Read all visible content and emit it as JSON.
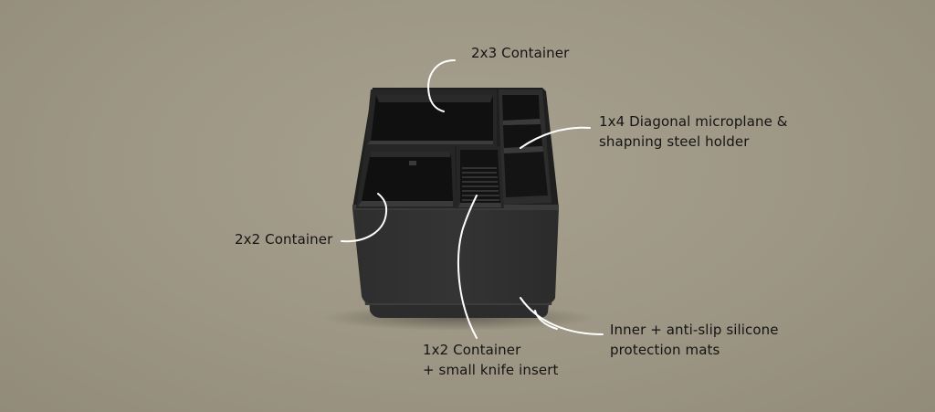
{
  "callouts": {
    "c2x3": {
      "lines": [
        "2x3 Container"
      ]
    },
    "c1x4": {
      "lines": [
        "1x4 Diagonal microplane &",
        "shapning steel holder"
      ]
    },
    "c2x2": {
      "lines": [
        "2x2 Container"
      ]
    },
    "c1x2": {
      "lines": [
        "1x2 Container",
        "+ small knife insert"
      ]
    },
    "mats": {
      "lines": [
        "Inner + anti-slip silicone",
        "protection mats"
      ]
    }
  },
  "colors": {
    "background": "#9d9684",
    "organizer_body": "#2a2a2a",
    "leader_line": "#ffffff",
    "label_text": "#141414"
  }
}
